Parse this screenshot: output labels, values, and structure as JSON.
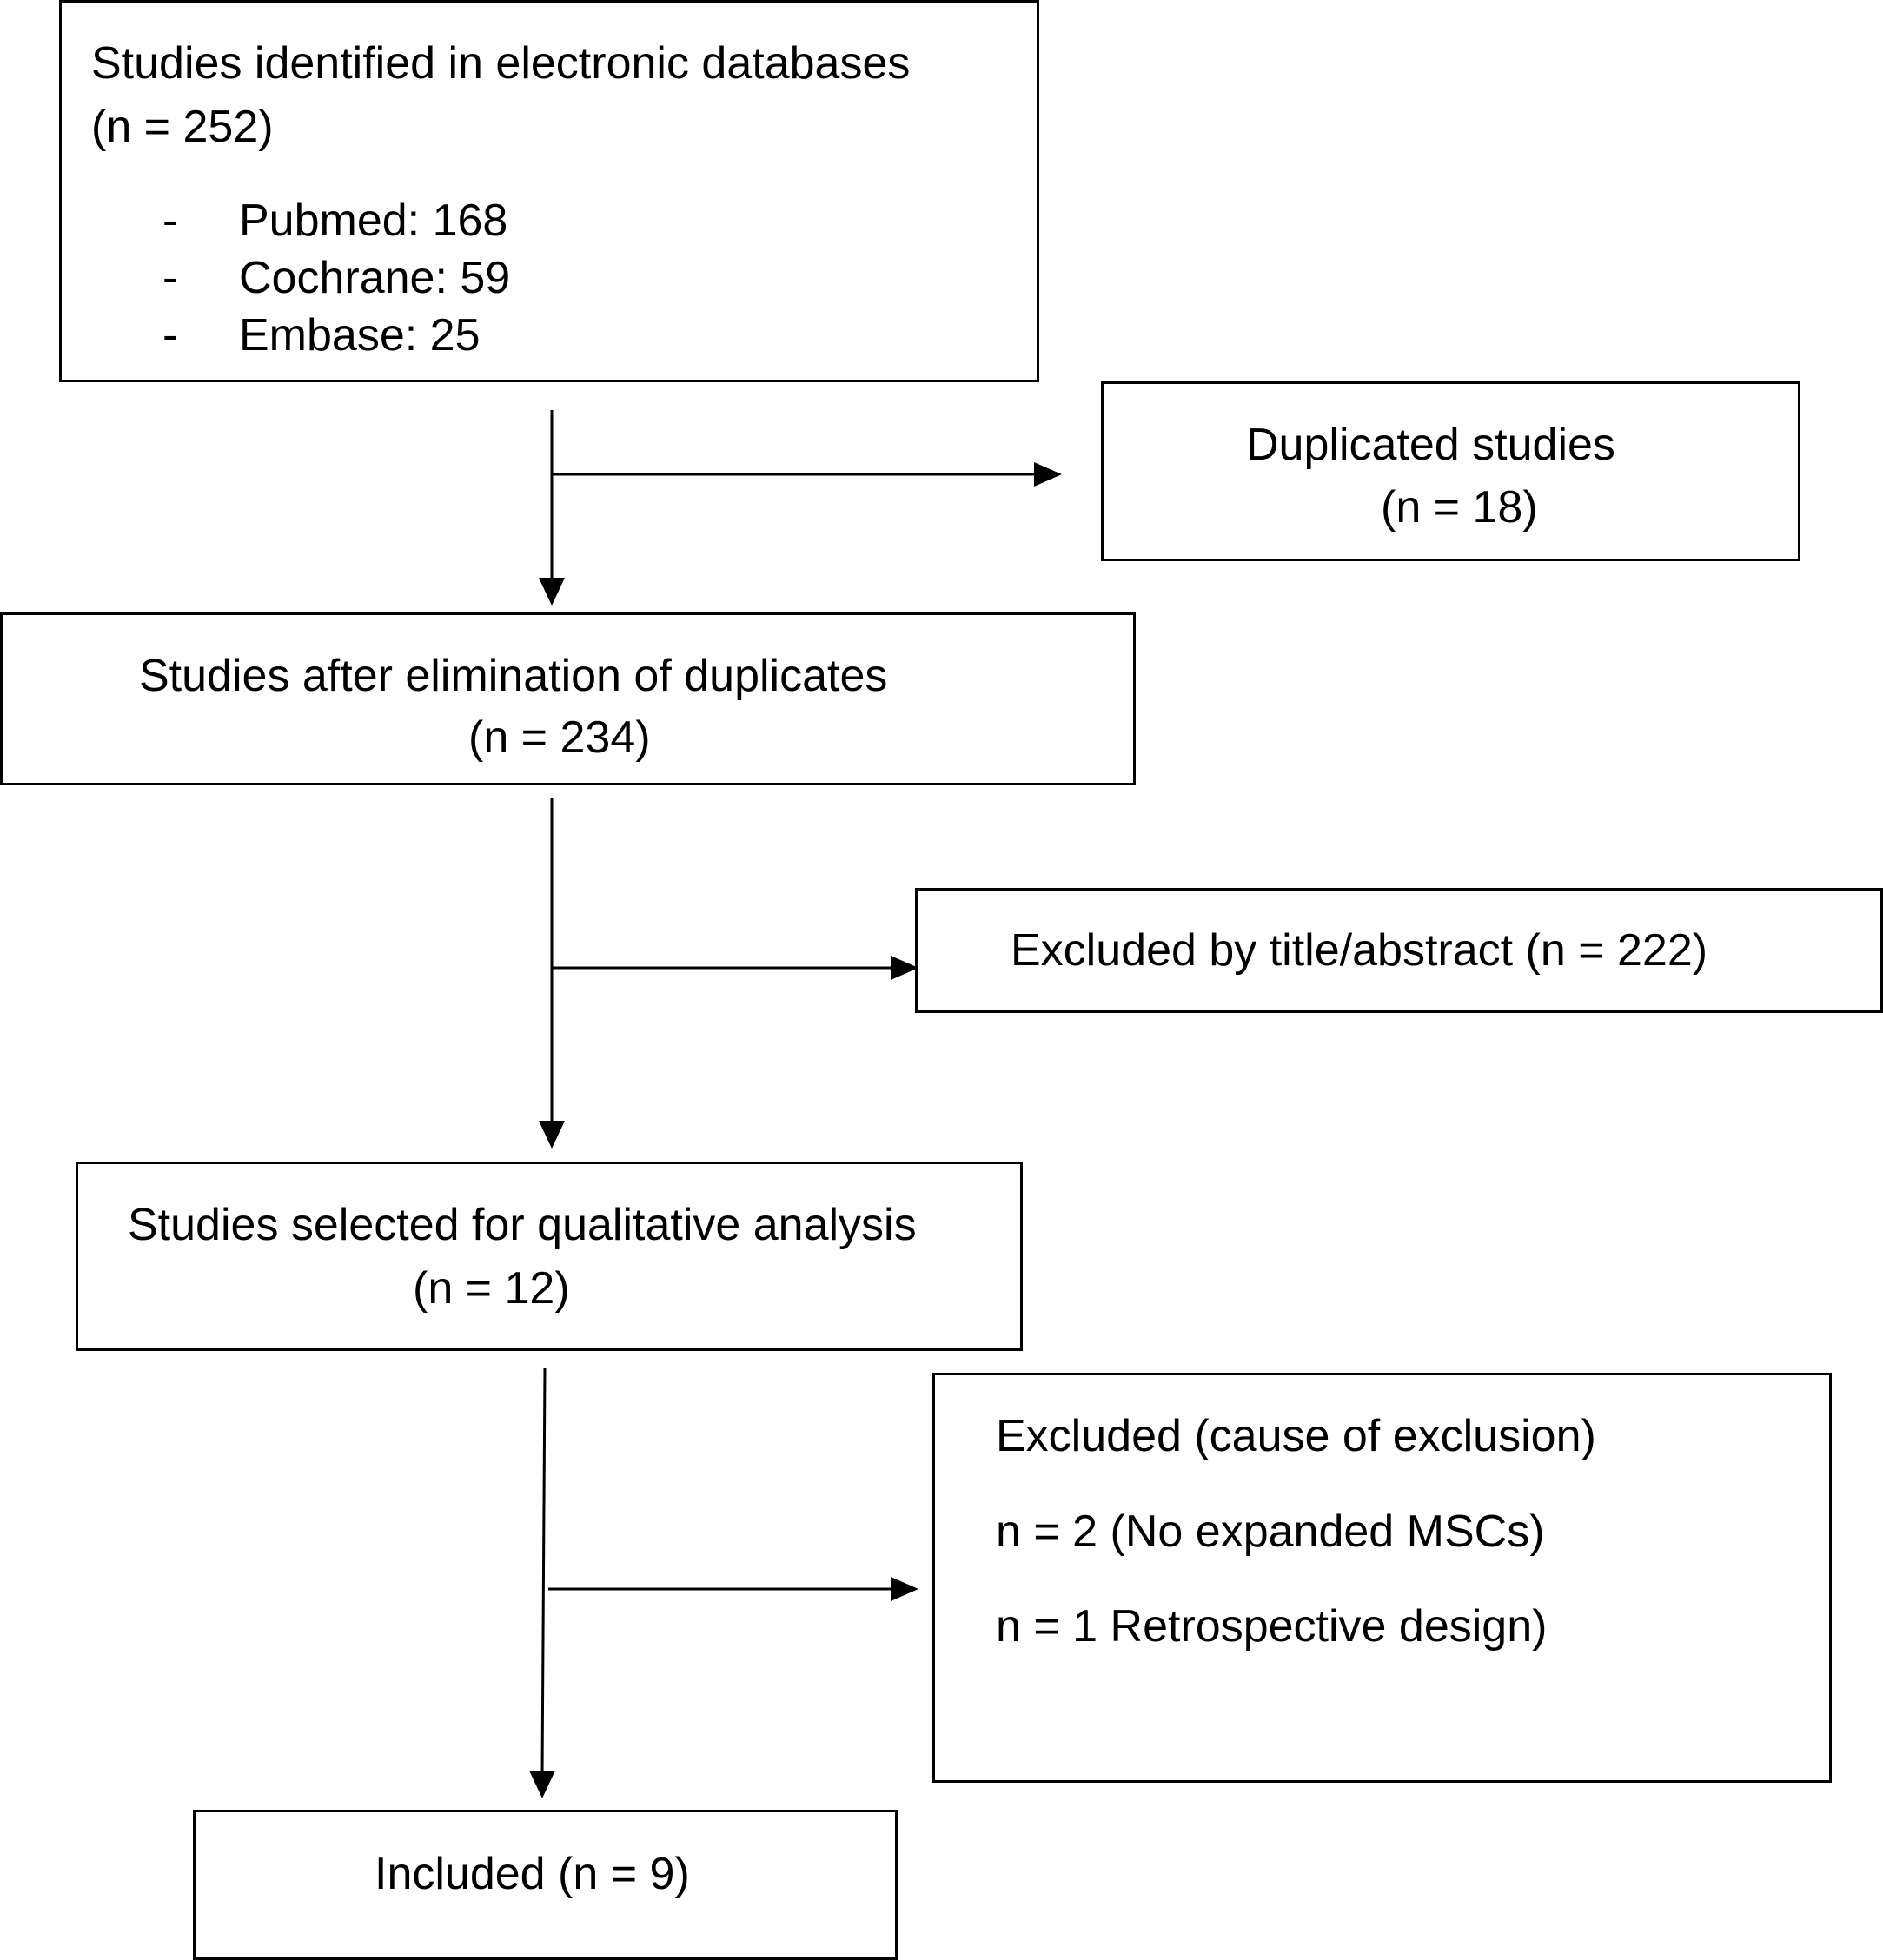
{
  "identified": {
    "title": "Studies identified in electronic databases",
    "count": "(n = 252)",
    "sources": [
      {
        "bullet": "-",
        "label": "Pubmed: 168"
      },
      {
        "bullet": "-",
        "label": "Cochrane: 59"
      },
      {
        "bullet": "-",
        "label": "Embase: 25"
      }
    ]
  },
  "duplicated": {
    "title": "Duplicated studies",
    "count": "(n = 18)"
  },
  "after_duplicates": {
    "title": "Studies after elimination of duplicates",
    "count": "(n = 234)"
  },
  "excluded_title": {
    "label": "Excluded by title/abstract (n = 222)"
  },
  "selected": {
    "title": "Studies selected for qualitative analysis",
    "count": "(n = 12)"
  },
  "excluded_cause": {
    "title": "Excluded (cause of exclusion)",
    "reasons": [
      "n = 2 (No expanded MSCs)",
      "n = 1 Retrospective design)"
    ]
  },
  "included": {
    "label": "Included  (n = 9)"
  }
}
